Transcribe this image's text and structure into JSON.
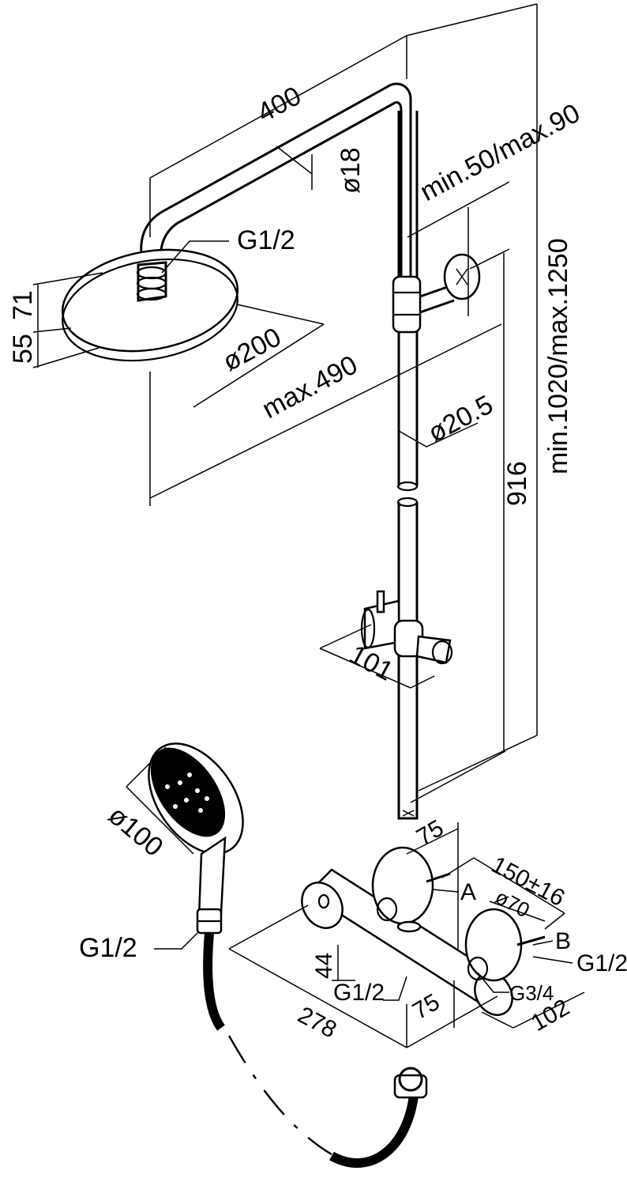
{
  "dimensions": {
    "arm_length": "400",
    "arm_diameter": "ø18",
    "wall_offset": "min.50/max.90",
    "overall_height": "min.1020/max.1250",
    "head_connection": "G1/2",
    "head_height_a": "55",
    "head_height_b": "71",
    "head_diameter": "ø200",
    "head_reach": "max.490",
    "rail_diameter": "ø20.5",
    "rail_length": "916",
    "holder_width": "101",
    "hand_shower_diameter": "ø100",
    "hose_connection": "G1/2",
    "mixer_top_offset": "75",
    "inlet_spacing": "150±16",
    "escutcheon_diameter": "ø70",
    "inlet_a": "A",
    "inlet_b": "B",
    "inlet_b_thread": "G1/2",
    "outlet_height": "44",
    "outlet_thread": "G1/2",
    "eccentric_thread": "G3/4",
    "mixer_width": "278",
    "mixer_bottom_offset": "75",
    "mixer_depth": "102"
  }
}
